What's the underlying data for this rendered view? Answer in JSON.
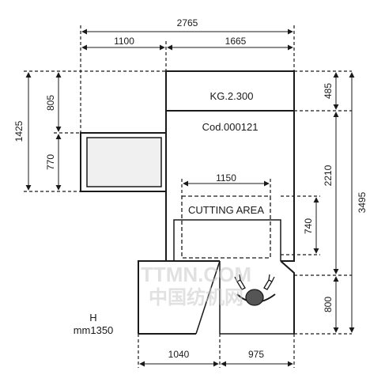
{
  "dimensions": {
    "total_width": "2765",
    "left_width": "1100",
    "right_width": "1665",
    "left_top_height": "805",
    "left_total_height": "1425",
    "window_height": "770",
    "top_band_height": "485",
    "middle_height": "2210",
    "total_height": "3495",
    "cutting_area_width": "1150",
    "cutting_area_height": "740",
    "bottom_height": "800",
    "bottom_left_width": "1040",
    "bottom_right_width": "975"
  },
  "labels": {
    "model": "KG.2.300",
    "code": "Cod.000121",
    "cutting_area": "CUTTING AREA",
    "height_label": "H",
    "height_value": "mm1350"
  },
  "watermark": {
    "line1": "TTMN.COM",
    "line2": "中国纺机网"
  },
  "colors": {
    "line": "#1a1a1a",
    "background": "#ffffff",
    "window_fill": "#f0f0f0"
  }
}
